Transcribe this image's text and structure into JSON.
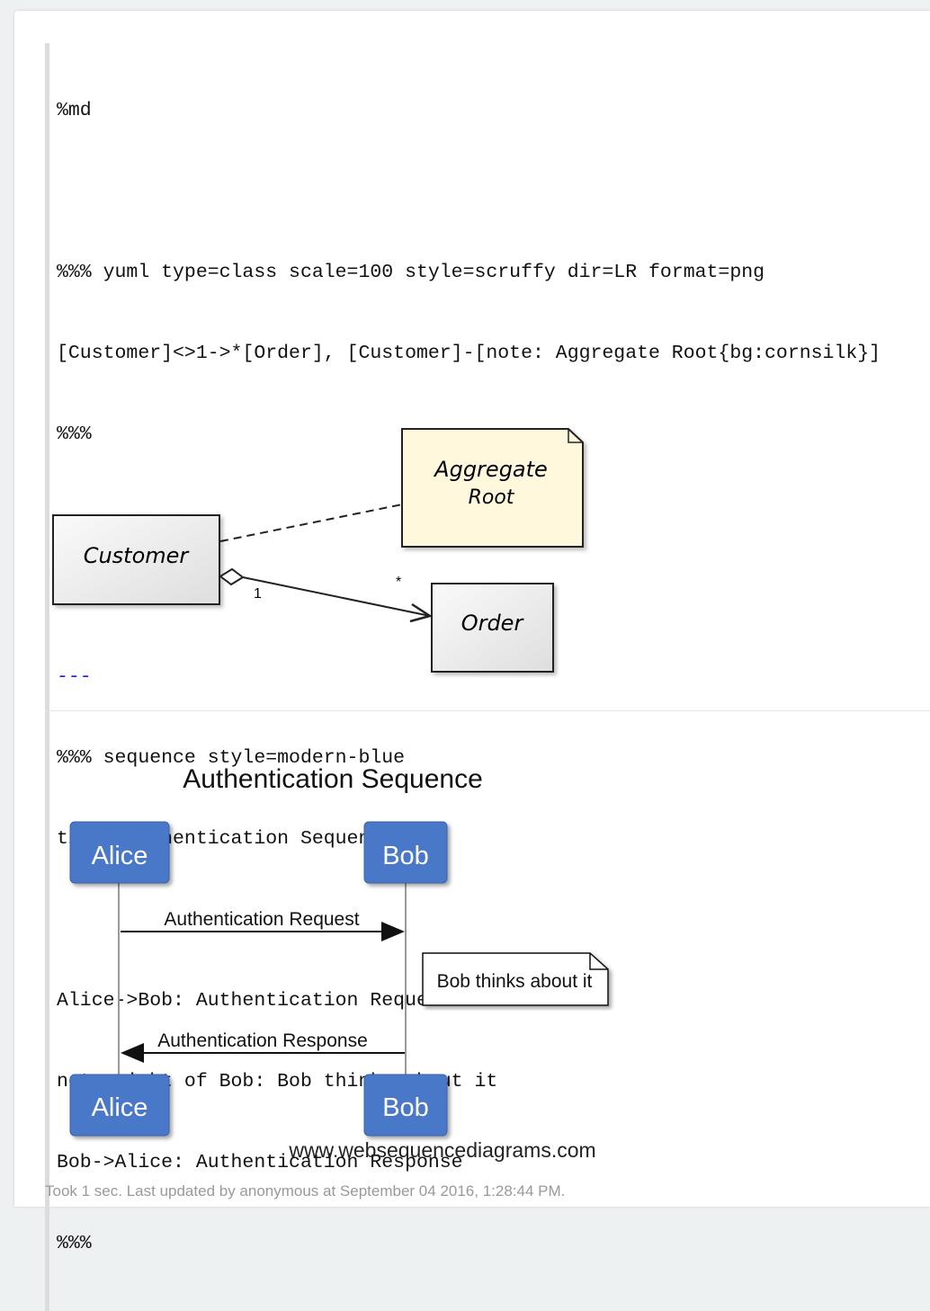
{
  "editor": {
    "lines": [
      "%md",
      "",
      "%%% yuml type=class scale=100 style=scruffy dir=LR format=png",
      "[Customer]<>1->*[Order], [Customer]-[note: Aggregate Root{bg:cornsilk}]",
      "%%%",
      "",
      "",
      "---",
      "%%% sequence style=modern-blue",
      "title Authentication Sequence",
      "",
      "Alice->Bob: Authentication Request",
      "note right of Bob: Bob thinks about it",
      "Bob->Alice: Authentication Response",
      "%%%"
    ]
  },
  "class_diagram": {
    "customer": "Customer",
    "order": "Order",
    "note_line1": "Aggregate",
    "note_line2": "Root",
    "multiplicity_source": "1",
    "multiplicity_target": "*",
    "note_bg": "#fff8dc"
  },
  "sequence_diagram": {
    "title": "Authentication Sequence",
    "participant_a": "Alice",
    "participant_b": "Bob",
    "message_1": "Authentication Request",
    "note": "Bob thinks about it",
    "message_2": "Authentication Response",
    "watermark": "www.websequencediagrams.com",
    "participant_color": "#4a78c8"
  },
  "footer": {
    "status": "Took 1 sec. Last updated by anonymous at September 04 2016, 1:28:44 PM."
  }
}
